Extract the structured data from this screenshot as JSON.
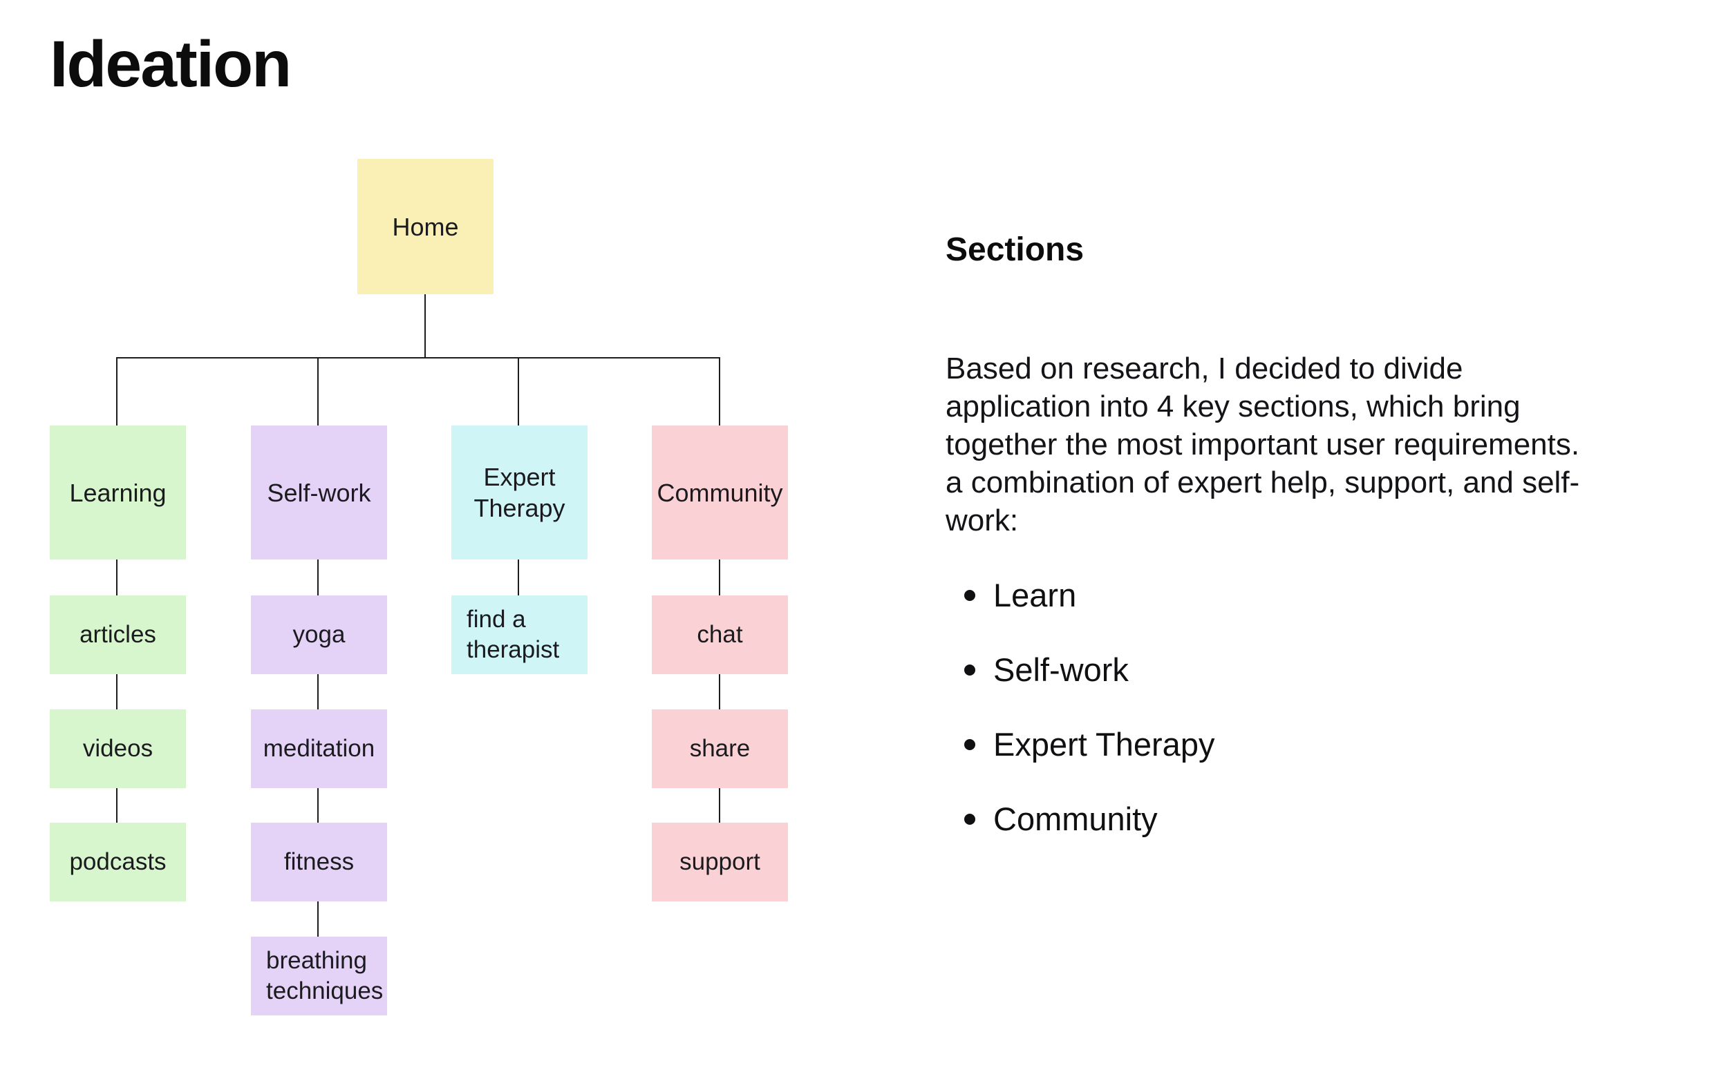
{
  "page": {
    "title": "Ideation",
    "background_color": "#ffffff",
    "text_color": "#141418",
    "connector_color": "#1c1c1c"
  },
  "sitemap": {
    "home": {
      "label": "Home",
      "color": "#faf0b5"
    },
    "columns": [
      {
        "root": "Learning",
        "color": "#d8f6cd",
        "children": [
          "articles",
          "videos",
          "podcasts"
        ]
      },
      {
        "root": "Self-work",
        "color": "#e4d2f7",
        "children": [
          "yoga",
          "meditation",
          "fitness",
          "breathing techniques"
        ]
      },
      {
        "root": "Expert Therapy",
        "color": "#cff5f7",
        "children": [
          "find a therapist"
        ]
      },
      {
        "root": "Community",
        "color": "#fad2d5",
        "children": [
          "chat",
          "share",
          "support"
        ]
      }
    ]
  },
  "right_panel": {
    "heading": "Sections",
    "paragraph": "Based on research, I decided to divide application into 4 key sections, which bring together the most important user requirements. a combination of expert help, support, and self-work:",
    "bullets": [
      "Learn",
      "Self-work",
      "Expert Therapy",
      "Community"
    ]
  }
}
